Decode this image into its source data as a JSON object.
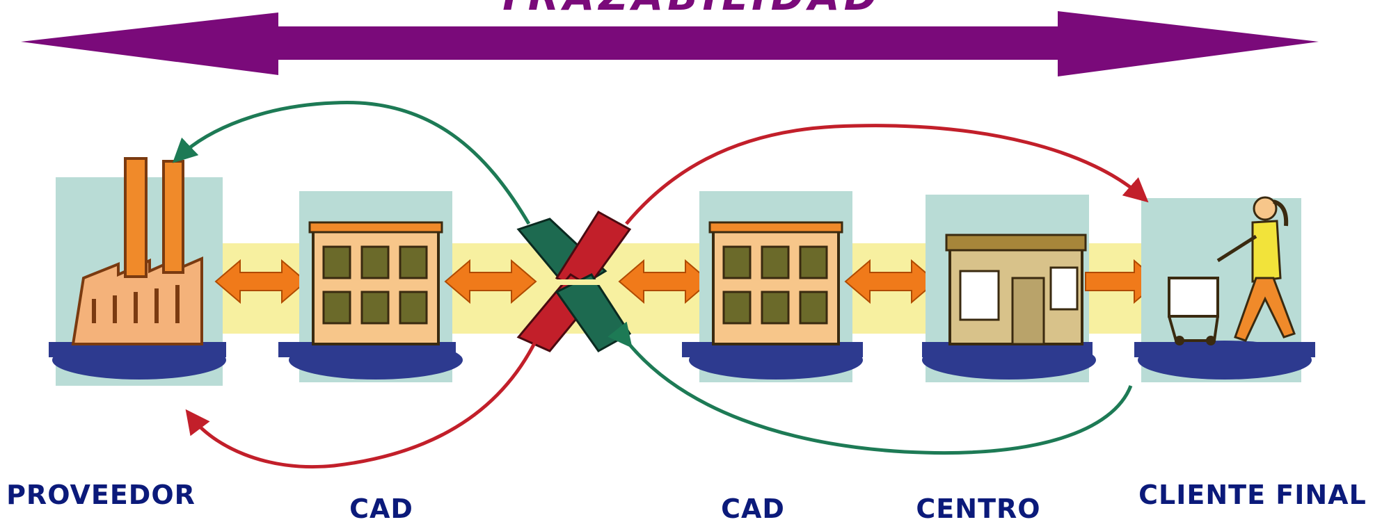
{
  "title": "TRAZABILIDAD",
  "nodes": [
    {
      "label": "PROVEEDOR",
      "icon": "factory-icon"
    },
    {
      "label": "CAD",
      "icon": "warehouse-icon"
    },
    {
      "label": "",
      "icon": "crossdock-icon"
    },
    {
      "label": "CAD",
      "icon": "warehouse-icon"
    },
    {
      "label": "CENTRO",
      "icon": "store-icon"
    },
    {
      "label": "CLIENTE FINAL",
      "icon": "shopper-icon"
    }
  ],
  "colors": {
    "traceability_arrow": "#7a0a7a",
    "flow_arrow": "#f07a1a",
    "band": "#f7f0a0",
    "scene_bg": "#b9dcd6",
    "ground": "#2d3a8f",
    "label": "#0b1a7a",
    "green_loop": "#1d7a55",
    "red_loop": "#c21f2a"
  }
}
